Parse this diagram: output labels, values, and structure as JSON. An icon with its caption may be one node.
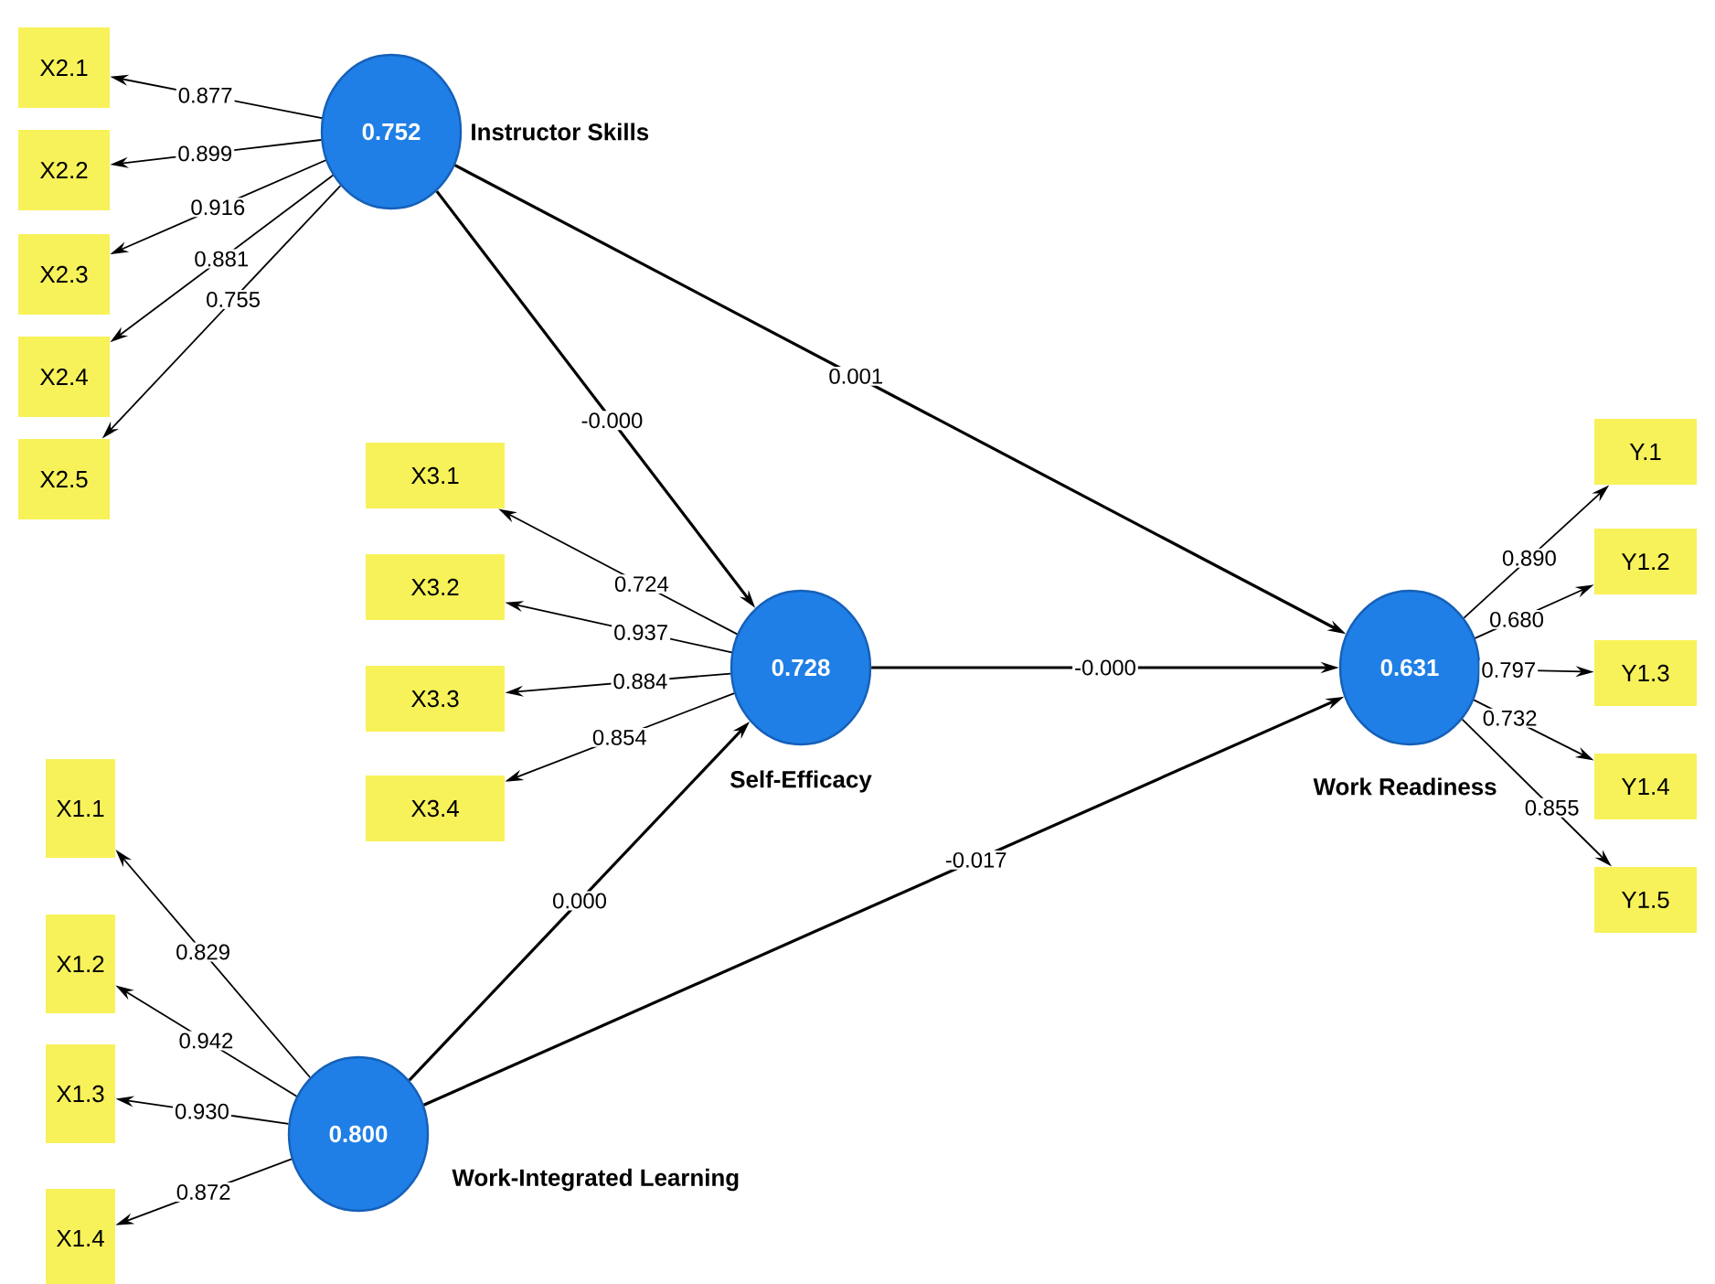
{
  "diagram": {
    "nodes": [
      {
        "text": [
          "0.752"
        ],
        "beside": [
          "Instructor Skills"
        ]
      },
      {
        "text": [
          "0.728"
        ],
        "beside": [
          "Self-Efficacy"
        ]
      },
      {
        "text": [
          "0.631"
        ],
        "beside": [
          "Work Readiness"
        ]
      },
      {
        "text": [
          "0.800"
        ],
        "beside": [
          "Work-Integrated Learning"
        ]
      },
      {
        "text": [
          "X2.1"
        ]
      },
      {
        "text": [
          "X2.2"
        ]
      },
      {
        "text": [
          "X2.3"
        ]
      },
      {
        "text": [
          "X2.4"
        ]
      },
      {
        "text": [
          "X2.5"
        ]
      },
      {
        "text": [
          "X3.1"
        ]
      },
      {
        "text": [
          "X3.2"
        ]
      },
      {
        "text": [
          "X3.3"
        ]
      },
      {
        "text": [
          "X3.4"
        ]
      },
      {
        "text": [
          "Y.1"
        ]
      },
      {
        "text": [
          "Y1.2"
        ]
      },
      {
        "text": [
          "Y1.3"
        ]
      },
      {
        "text": [
          "Y1.4"
        ]
      },
      {
        "text": [
          "Y1.5"
        ]
      },
      {
        "text": [
          "X1.1"
        ]
      },
      {
        "text": [
          "X1.2"
        ]
      },
      {
        "text": [
          "X1.3"
        ]
      },
      {
        "text": [
          "X1.4"
        ]
      }
    ],
    "edges": [
      {
        "from": 0,
        "to": 4,
        "arrow": "to",
        "label": "0.877"
      },
      {
        "from": 0,
        "to": 5,
        "arrow": "to",
        "label": "0.899"
      },
      {
        "from": 0,
        "to": 6,
        "arrow": "to",
        "label": "0.916"
      },
      {
        "from": 0,
        "to": 7,
        "arrow": "to",
        "label": "0.881"
      },
      {
        "from": 0,
        "to": 8,
        "arrow": "to",
        "label": "0.755"
      },
      {
        "from": 0,
        "to": 1,
        "arrow": "to",
        "label": "-0.000"
      },
      {
        "from": 0,
        "to": 2,
        "arrow": "to",
        "label": "0.001"
      },
      {
        "from": 1,
        "to": 9,
        "arrow": "to",
        "label": "0.724"
      },
      {
        "from": 1,
        "to": 10,
        "arrow": "to",
        "label": "0.937"
      },
      {
        "from": 1,
        "to": 11,
        "arrow": "to",
        "label": "0.884"
      },
      {
        "from": 1,
        "to": 12,
        "arrow": "to",
        "label": "0.854"
      },
      {
        "from": 1,
        "to": 2,
        "arrow": "to",
        "label": "-0.000"
      },
      {
        "from": 2,
        "to": 13,
        "arrow": "to",
        "label": "0.890"
      },
      {
        "from": 2,
        "to": 14,
        "arrow": "to",
        "label": "0.680"
      },
      {
        "from": 2,
        "to": 15,
        "arrow": "to",
        "label": "0.797"
      },
      {
        "from": 2,
        "to": 16,
        "arrow": "to",
        "label": "0.732"
      },
      {
        "from": 2,
        "to": 17,
        "arrow": "to",
        "label": "0.855"
      },
      {
        "from": 3,
        "to": 1,
        "arrow": "to",
        "label": "0.000"
      },
      {
        "from": 3,
        "to": 2,
        "arrow": "to",
        "label": "-0.017"
      },
      {
        "from": 3,
        "to": 18,
        "arrow": "to",
        "label": "0.829"
      },
      {
        "from": 3,
        "to": 19,
        "arrow": "to",
        "label": "0.942"
      },
      {
        "from": 3,
        "to": 20,
        "arrow": "to",
        "label": "0.930"
      },
      {
        "from": 3,
        "to": 21,
        "arrow": "to",
        "label": "0.872"
      }
    ]
  }
}
